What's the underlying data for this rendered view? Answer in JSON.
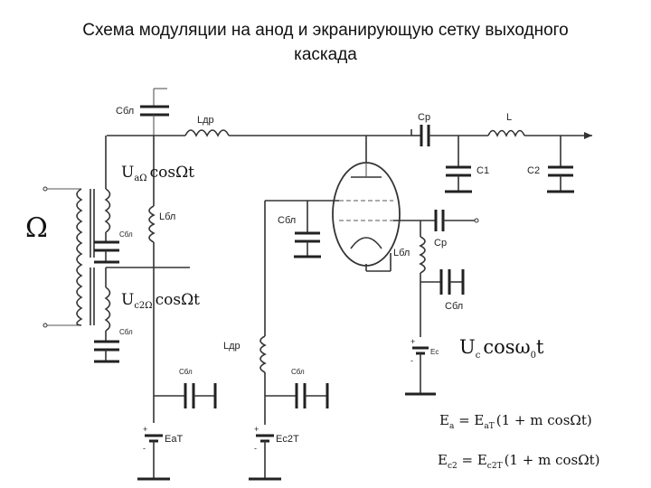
{
  "title_line1": "Схема модуляции на анод и экранирующую сетку выходного",
  "title_line2": "каскада",
  "omega_symbol": "Ω",
  "components": {
    "c_bl": "Cбл",
    "l_dr": "Lдр",
    "l_bl": "Lбл",
    "c_p": "Cр",
    "l": "L",
    "c1": "C1",
    "c2": "C2"
  },
  "signals": {
    "u_a": "U",
    "u_a_sub": "aΩ",
    "u_c2": "U",
    "u_c2_sub": "c2Ω",
    "cos_omega_t": "cosΩt",
    "u_c": "U",
    "u_c_sub": "c",
    "cos_w0_t": "cosω",
    "w0_sub": "0",
    "t": "t"
  },
  "sources": {
    "e_c": "Eс",
    "e_at": "EaT",
    "e_c2t": "Ec2T",
    "plus": "+",
    "minus": "-"
  },
  "equations": {
    "eq1_lhs": "E",
    "eq1_lhs_sub": "a",
    "eq1_eq": " = E",
    "eq1_rhs_sub": "aT",
    "eq1_rest": "(1 + m cosΩt)",
    "eq2_lhs": "E",
    "eq2_lhs_sub": "c2",
    "eq2_eq": " = E",
    "eq2_rhs_sub": "c2T",
    "eq2_rest": "(1 + m cosΩt)"
  }
}
